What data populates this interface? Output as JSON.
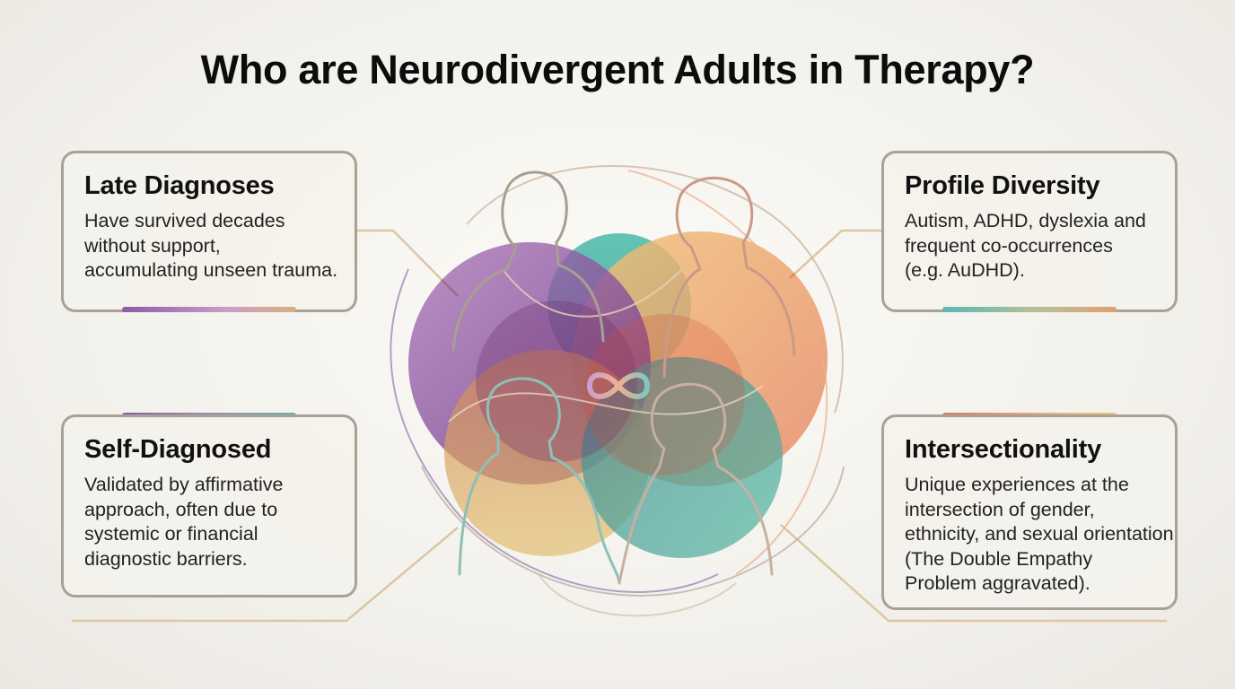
{
  "page": {
    "title": "Who are Neurodivergent Adults in Therapy?"
  },
  "cards": {
    "late": {
      "heading": "Late Diagnoses",
      "body": "Have survived decades\nwithout support,\naccumulating unseen trauma.",
      "accent": [
        "#8a5ba6",
        "#c9a07e"
      ]
    },
    "profile": {
      "heading": "Profile Diversity",
      "body": "Autism, ADHD, dyslexia and\nfrequent co-occurrences\n(e.g. AuDHD).",
      "accent": [
        "#5ab8b0",
        "#d9a860"
      ]
    },
    "self": {
      "heading": "Self-Diagnosed",
      "body": "Validated by affirmative\napproach, often due to\nsystemic or financial\ndiagnostic barriers.",
      "accent": [
        "#8a5ba6",
        "#62b5ad"
      ]
    },
    "inter": {
      "heading": "Intersectionality",
      "body": "Unique experiences at the\nintersection of gender,\nethnicity, and sexual orientation\n(The Double Empathy\nProblem aggravated).",
      "accent": [
        "#e07560",
        "#e8c07a"
      ]
    }
  },
  "colors": {
    "purple": "#8c4aa0",
    "teal": "#4fb6a6",
    "orange": "#f29a5a",
    "gold": "#e4b25a",
    "connector": "#dcc4a0",
    "card_border": "#aaa196"
  },
  "center_icon": "infinity-icon"
}
